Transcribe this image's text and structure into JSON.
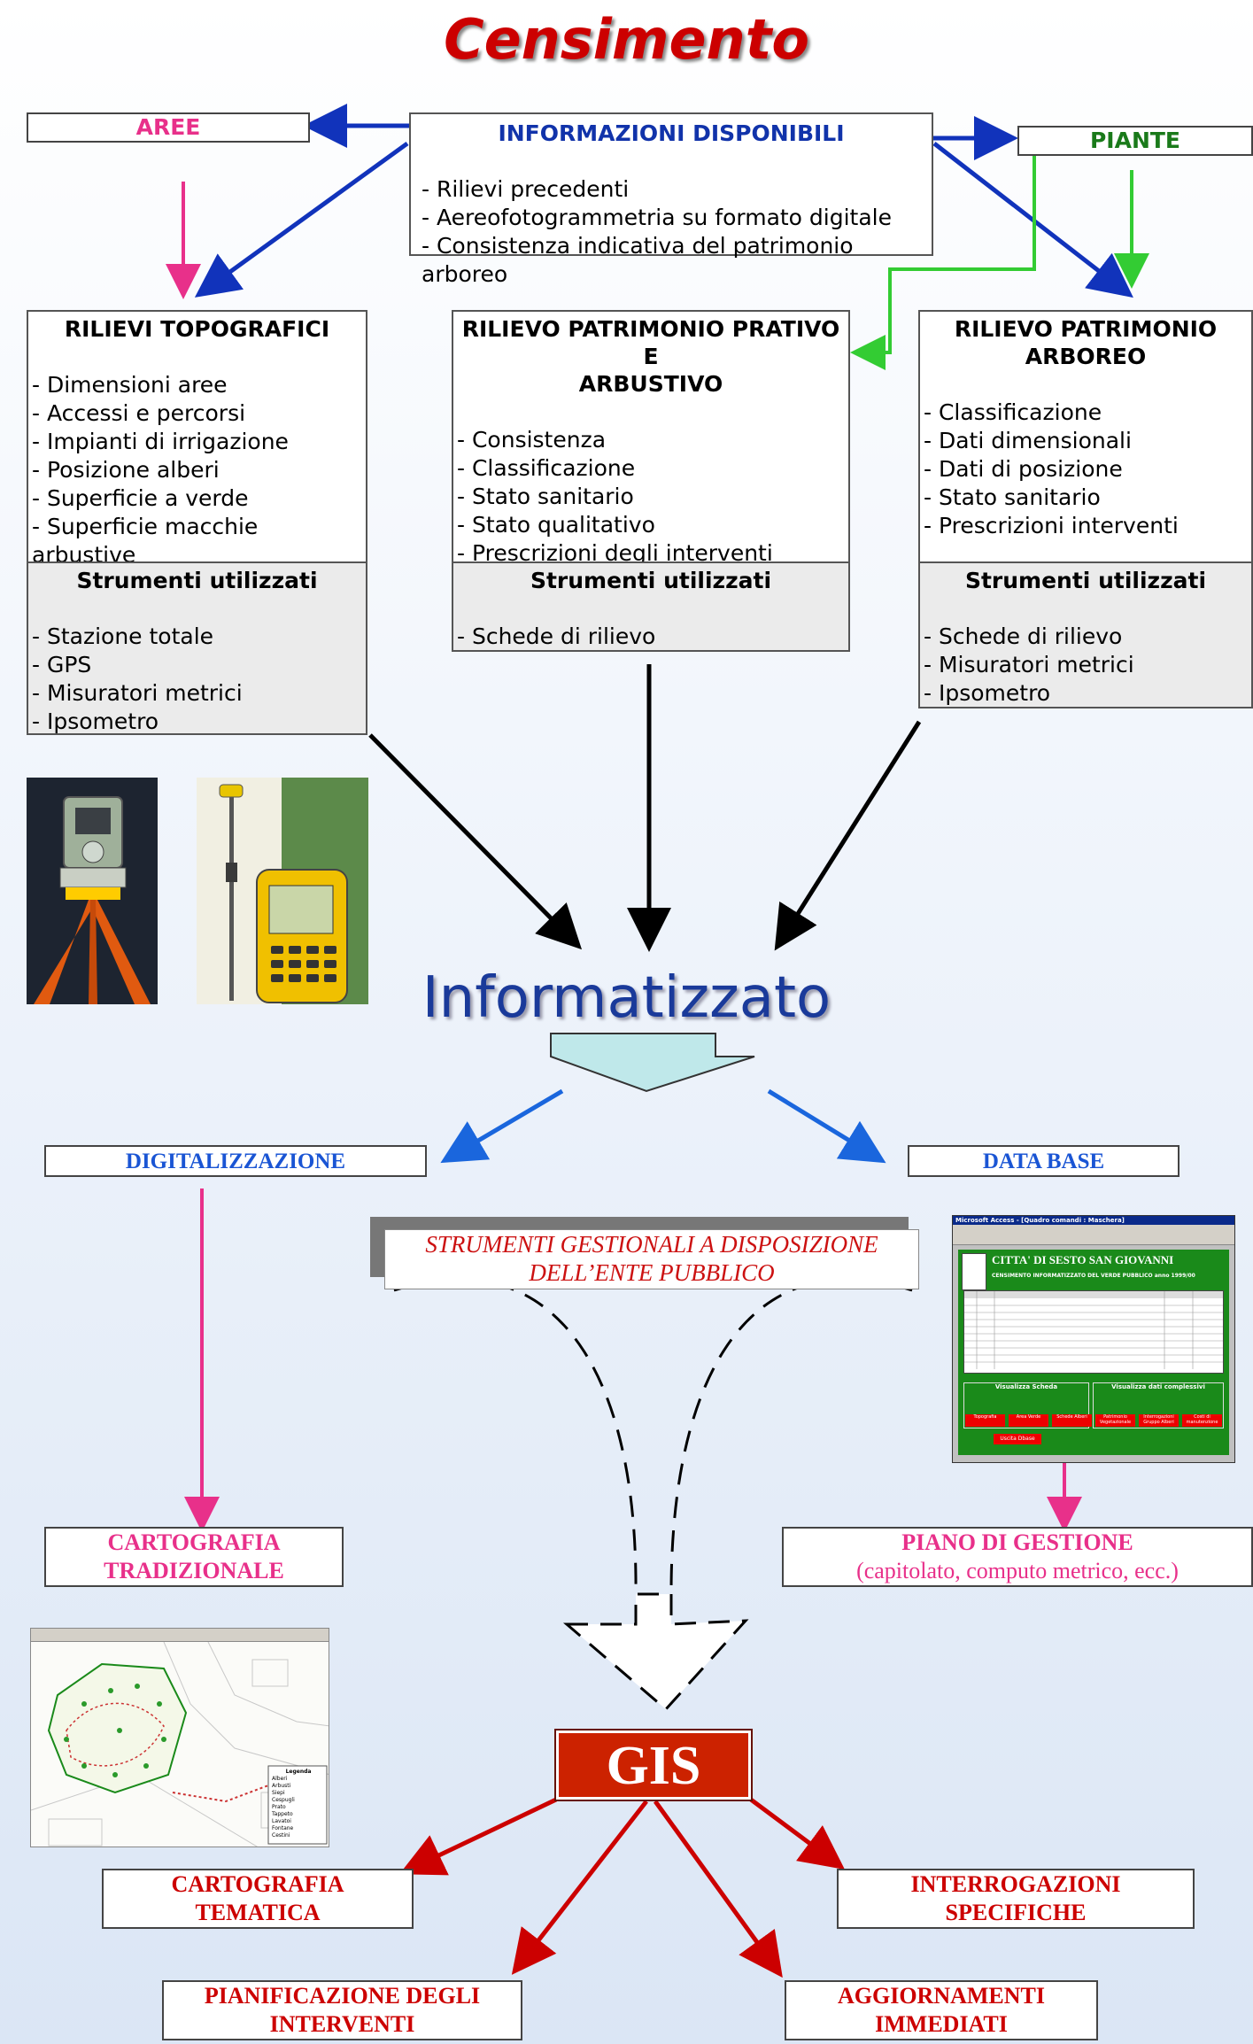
{
  "title": "Censimento",
  "aree": "AREE",
  "piante": "PIANTE",
  "info": {
    "heading": "INFORMAZIONI DISPONIBILI",
    "items": [
      "Rilievi precedenti",
      "Aereofotogrammetria su formato digitale",
      "Consistenza indicativa del patrimonio arboreo"
    ]
  },
  "topo": {
    "heading": "RILIEVI TOPOGRAFICI",
    "items": [
      "Dimensioni aree",
      "Accessi e percorsi",
      "Impianti di irrigazione",
      "Posizione alberi",
      "Superficie a verde",
      "Superficie macchie arbustive"
    ],
    "tools_heading": "Strumenti utilizzati",
    "tools": [
      "Stazione totale",
      "GPS",
      "Misuratori metrici",
      "Ipsometro"
    ]
  },
  "prativo": {
    "heading1": "RILIEVO PATRIMONIO PRATIVO E",
    "heading2": "ARBUSTIVO",
    "items": [
      "Consistenza",
      "Classificazione",
      "Stato sanitario",
      "Stato qualitativo",
      "Prescrizioni degli interventi"
    ],
    "tools_heading": "Strumenti utilizzati",
    "tools": [
      "Schede di rilievo"
    ]
  },
  "arboreo": {
    "heading1": "RILIEVO PATRIMONIO",
    "heading2": "ARBOREO",
    "items": [
      "Classificazione",
      "Dati dimensionali",
      "Dati di posizione",
      "Stato sanitario",
      "Prescrizioni interventi"
    ],
    "tools_heading": "Strumenti utilizzati",
    "tools": [
      "Schede di rilievo",
      "Misuratori metrici",
      "Ipsometro"
    ]
  },
  "informatizzato": "Informatizzato",
  "digitalizzazione": "DIGITALIZZAZIONE",
  "database": "DATA BASE",
  "strumenti": {
    "line1": "STRUMENTI  GESTIONALI A DISPOSIZIONE",
    "line2": "DELL’ENTE PUBBLICO"
  },
  "db_screenshot": {
    "window_title": "Microsoft Access - [Quadro comandi : Maschera]",
    "city": "CITTA' DI SESTO SAN GIOVANNI",
    "subtitle": "CENSIMENTO INFORMATIZZATO DEL VERDE PUBBLICO anno 1999/00",
    "left_panel": "Visualizza Scheda",
    "right_panel": "Visualizza dati complessivi",
    "buttons": [
      "Topografia",
      "Area Verde",
      "Schede Alberi",
      "Patrimonio Vegetazionale",
      "Interrogazioni Gruppo Alberi",
      "Costi di manutenzione"
    ],
    "exit": "Uscita Dbase"
  },
  "cartografia_trad": {
    "line1": "CARTOGRAFIA",
    "line2": "TRADIZIONALE"
  },
  "piano": {
    "line1": "PIANO DI GESTIONE",
    "line2": "(capitolato, computo metrico, ecc.)"
  },
  "map_legend": {
    "title": "Legenda",
    "items": [
      "Alberi",
      "Arbusti",
      "Siepi",
      "Cespugli",
      "Prato",
      "Tappeto",
      "Lavatoi",
      "Fontane",
      "Cestini"
    ]
  },
  "gis": "GIS",
  "cart_tematica": {
    "line1": "CARTOGRAFIA",
    "line2": "TEMATICA"
  },
  "interrogazioni": {
    "line1": "INTERROGAZIONI",
    "line2": "SPECIFICHE"
  },
  "pianificazione": {
    "line1": "PIANIFICAZIONE DEGLI",
    "line2": "INTERVENTI"
  },
  "aggiornamenti": {
    "line1": "AGGIORNAMENTI",
    "line2": "IMMEDIATI"
  },
  "colors": {
    "title": "#cc0000",
    "info_heading": "#1133aa",
    "aree": "#e8308a",
    "piante": "#1a7a1a",
    "gis": "#cc2200",
    "outcomes": "#cc0000",
    "digital": "#1a55d4"
  }
}
